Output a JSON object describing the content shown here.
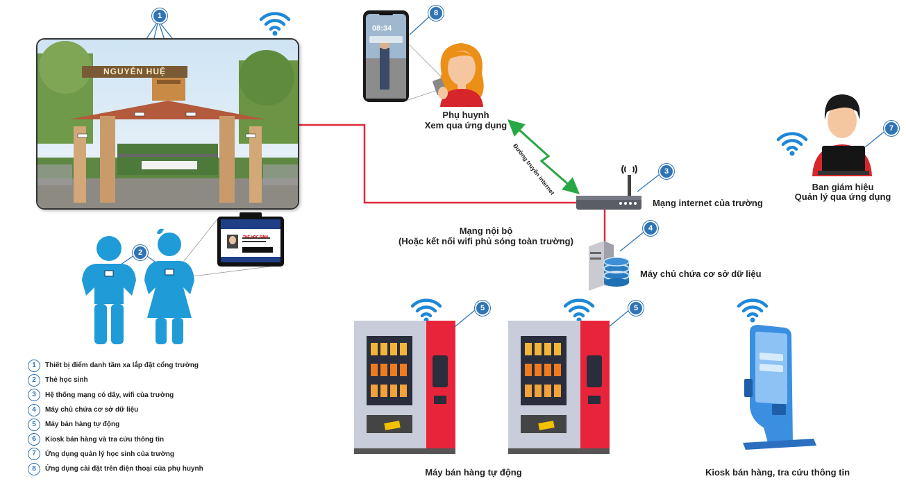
{
  "labels": {
    "parent_line1": "Phụ huynh",
    "parent_line2": "Xem qua ứng dụng",
    "internet_path": "Đường truyền internet",
    "school_network": "Mạng internet của trường",
    "principal_line1": "Ban giám hiệu",
    "principal_line2": "Quản lý qua ứng dụng",
    "lan_line1": "Mạng nội bộ",
    "lan_line2": "(Hoặc kết nối wifi phủ sóng toàn trường)",
    "server": "Máy chủ chứa cơ sở dữ liệu",
    "vending": "Máy bán hàng tự động",
    "kiosk": "Kiosk bán hàng, tra cứu thông tin",
    "gate_sign": "NGUYỄN HUỆ",
    "phone_time": "08:34",
    "card_title": "TRƯỜNG THCS & THPT",
    "card_sub": "THẺ HỌC SINH"
  },
  "badges": {
    "b1": "1",
    "b2": "2",
    "b3": "3",
    "b4": "4",
    "b5a": "5",
    "b5b": "5",
    "b7": "7",
    "b8": "8"
  },
  "legend": [
    {
      "num": "1",
      "text": "Thiết bị điểm danh tầm xa lắp đặt cổng trường"
    },
    {
      "num": "2",
      "text": "Thẻ học sinh"
    },
    {
      "num": "3",
      "text": "Hệ thống mạng có dây, wifi của trường"
    },
    {
      "num": "4",
      "text": "Máy chủ chứa cơ sở dữ liệu"
    },
    {
      "num": "5",
      "text": "Máy bán hàng tự động"
    },
    {
      "num": "6",
      "text": "Kiosk bán hàng và tra cứu thông tin"
    },
    {
      "num": "7",
      "text": "Ứng dụng quản lý học sinh của trường"
    },
    {
      "num": "8",
      "text": "Ứng dụng cài đặt trên điện thoại của phụ huynh"
    }
  ],
  "colors": {
    "wired_link": "#e0283a",
    "internet_link": "#27a844",
    "badge": "#2f74b5",
    "student_blue": "#1f9bd7",
    "wifi_blue": "#1e88d8",
    "vending_red": "#e8243a",
    "kiosk_blue": "#3b8fe0"
  },
  "icons": [
    "wifi-icon",
    "router-icon",
    "server-icon",
    "database-icon",
    "smartphone-icon",
    "id-card-icon",
    "student-icon",
    "parent-icon",
    "principal-icon",
    "vending-machine-icon",
    "kiosk-icon"
  ]
}
